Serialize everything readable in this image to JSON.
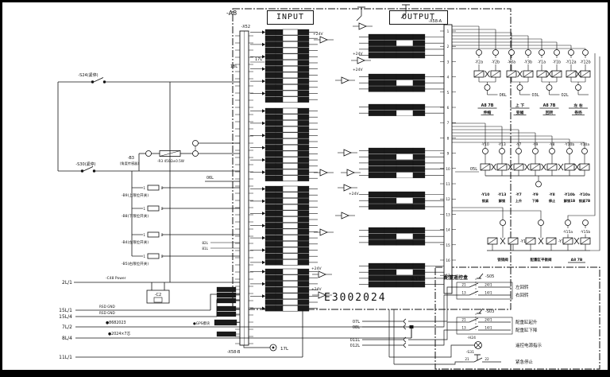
{
  "doc_number": "E3002024",
  "power_tag": "+24V",
  "controller": {
    "label": "-A8",
    "input_title": "INPUT",
    "output_title": "OUTPUT",
    "connector_left": "-X52",
    "connector_left_bottom": "-X58-B",
    "connector_right": "-X58-A",
    "pin_count": 17
  },
  "wire_tags": {
    "l18": "18L",
    "l17": "17L",
    "l06": "06L",
    "l05": "05L",
    "l82": "82L",
    "l81": "81L",
    "gps": "●GPS模块"
  },
  "left_terminals": [
    {
      "id": "2L/1",
      "note": "-C48 Power"
    },
    {
      "id": "15L/1",
      "note": "RSD GND"
    },
    {
      "id": "15L/4",
      "note": "RSD GND"
    },
    {
      "id": "7L/2",
      "note": "●8682023"
    },
    {
      "id": "8L/4",
      "note": "●2024×7芯"
    },
    {
      "id": "11L/1",
      "note": ""
    }
  ],
  "switches": {
    "s24": "-S24(紧停)",
    "s30": "-S30(紧停)"
  },
  "sensors": {
    "b3": "-B3",
    "b3_note": "(角度传感器)",
    "r3": "-R3 450Ω±0.5W",
    "items": [
      "-B9(上限位开关)",
      "-B8(下限位开关)",
      "-B4(左限位开关)",
      "-B5(右限位开关)"
    ]
  },
  "component_c2": "-C2",
  "valve_group1": {
    "pairs": [
      [
        "-Y2a",
        "-Y2b"
      ],
      [
        "-Y3a",
        "-Y3b"
      ],
      [
        "-Y1a",
        "-Y1b"
      ],
      [
        "-Y12a",
        "-Y12b"
      ]
    ],
    "rails": [
      "06L",
      "03L",
      "02L"
    ],
    "cap1": [
      "A8  7B",
      "上  下",
      "A8  7B",
      "左  右"
    ],
    "cap2": [
      "伸缩",
      "变幅",
      "回转",
      "卷扬"
    ]
  },
  "valve_group2": {
    "rail": "05L",
    "valves": [
      "-Y10",
      "-Y13",
      "-Y7",
      "-Y9",
      "-Y8",
      "-Y10b",
      "-Y10a"
    ],
    "cap2": [
      "锁紧",
      "解锁",
      "上升",
      "下降",
      "停止",
      "解锁1B",
      "锁紧7B"
    ]
  },
  "valve_group3": {
    "units": [
      "-Y17",
      "-Y14"
    ],
    "pair": [
      "-Y15a",
      "-Y15b"
    ],
    "caps": [
      "锁销阀",
      "配重缸平衡阀",
      "A8  7B"
    ]
  },
  "a11": {
    "label": "-A11",
    "title": "配重遥控盒",
    "s05": {
      "id": "-S05",
      "rows": [
        [
          "21",
          "24/1"
        ],
        [
          "13",
          "14/1"
        ]
      ],
      "funcs": [
        "左回转",
        "右回转"
      ]
    },
    "s03": {
      "id": "-S03",
      "rows": [
        [
          "21",
          "24/1"
        ],
        [
          "13",
          "14/1"
        ]
      ],
      "funcs": [
        "配重缸起升",
        "配重缸下降"
      ]
    },
    "lamp": {
      "id": "-H24",
      "func": "遥控电源指示"
    },
    "estop": {
      "id": "-S31",
      "t1": "21",
      "t2": "22",
      "func": "紧急停止"
    },
    "inputs": [
      "07L",
      "08L",
      "011L",
      "012L"
    ]
  }
}
